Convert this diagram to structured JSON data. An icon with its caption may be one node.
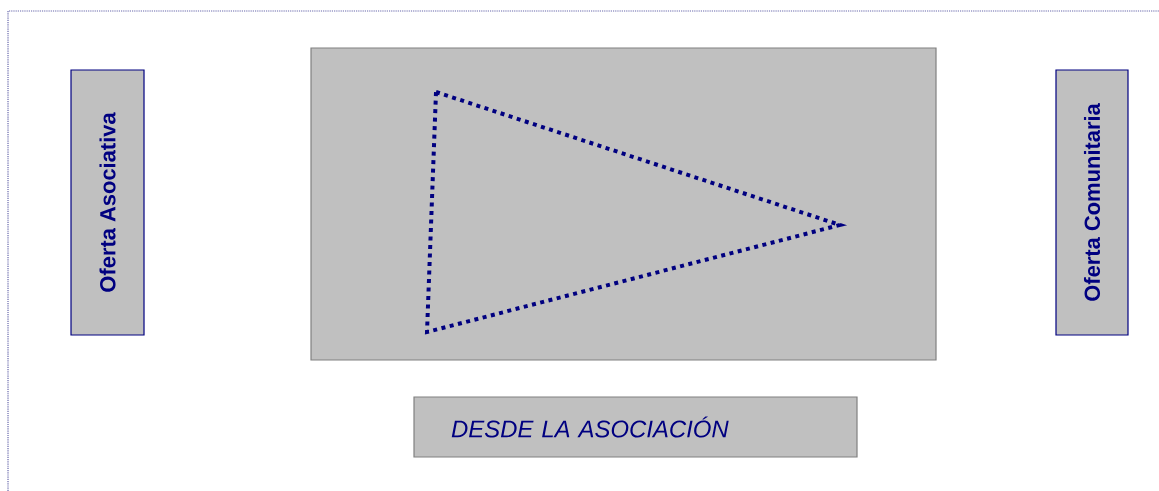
{
  "diagram": {
    "nodes": [
      {
        "text": [
          "Oferta Asociativa"
        ]
      },
      {
        "text": [],
        "shape": "box"
      },
      {
        "text": [],
        "shape": "triangle",
        "in": 1
      },
      {
        "text": [
          "Oferta Comunitaria"
        ]
      },
      {
        "text": [
          "DESDE LA ASOCIACIÓN"
        ]
      }
    ]
  }
}
